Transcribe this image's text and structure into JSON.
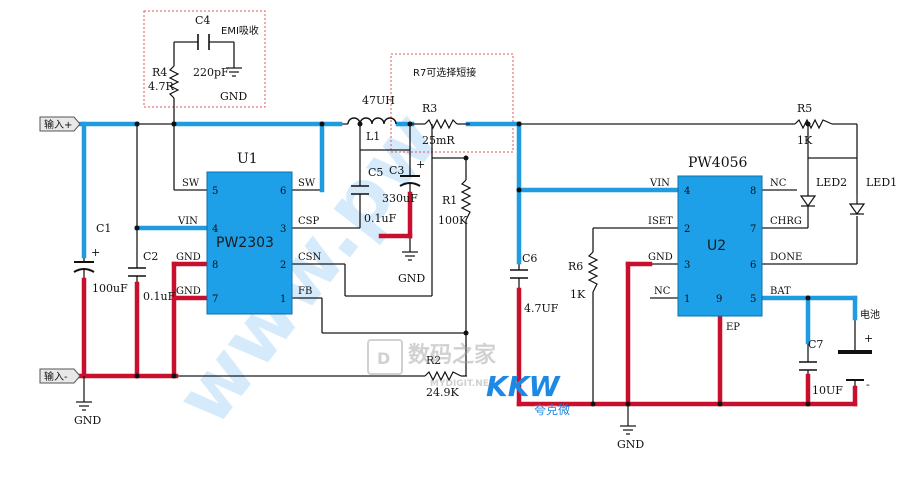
{
  "ports": {
    "input_pos": "输入+",
    "input_neg": "输入-",
    "battery": "电池",
    "plus": "+",
    "minus": "-"
  },
  "notes": {
    "emi": "EMI吸收",
    "r7": "R7可选择短接"
  },
  "u1": {
    "ref": "U1",
    "part": "PW2303",
    "pins_left": [
      {
        "name": "SW",
        "num": "5"
      },
      {
        "name": "VIN",
        "num": "4"
      },
      {
        "name": "GND",
        "num": "8"
      },
      {
        "name": "GND",
        "num": "7"
      }
    ],
    "pins_right": [
      {
        "name": "SW",
        "num": "6"
      },
      {
        "name": "CSP",
        "num": "3"
      },
      {
        "name": "CSN",
        "num": "2"
      },
      {
        "name": "FB",
        "num": "1"
      }
    ]
  },
  "u2": {
    "ref": "U2",
    "part": "PW4056",
    "pins_left": [
      {
        "name": "VIN",
        "num": "4"
      },
      {
        "name": "ISET",
        "num": "2"
      },
      {
        "name": "GND",
        "num": "3"
      },
      {
        "name": "NC",
        "num": "1"
      }
    ],
    "pins_right": [
      {
        "name": "NC",
        "num": "8"
      },
      {
        "name": "CHRG",
        "num": "7"
      },
      {
        "name": "DONE",
        "num": "6"
      },
      {
        "name": "BAT",
        "num": "5"
      }
    ],
    "pin_bottom": {
      "name": "EP",
      "num": "9"
    }
  },
  "components": {
    "c1": {
      "ref": "C1",
      "value": "100uF",
      "polar": "+"
    },
    "c2": {
      "ref": "C2",
      "value": "0.1uF"
    },
    "c3": {
      "ref": "C3",
      "value": "330uF",
      "polar": "+"
    },
    "c4": {
      "ref": "C4",
      "value": "220pF"
    },
    "c5": {
      "ref": "C5",
      "value": "0.1uF"
    },
    "c6": {
      "ref": "C6",
      "value": "4.7UF"
    },
    "c7": {
      "ref": "C7",
      "value": "10UF"
    },
    "r1": {
      "ref": "R1",
      "value": "100K"
    },
    "r2": {
      "ref": "R2",
      "value": "24.9K"
    },
    "r3": {
      "ref": "R3",
      "value": "25mR"
    },
    "r4": {
      "ref": "R4",
      "value": "4.7R"
    },
    "r5": {
      "ref": "R5",
      "value": "1K"
    },
    "r6": {
      "ref": "R6",
      "value": "1K"
    },
    "l1": {
      "ref": "L1",
      "value": "47UH"
    },
    "led1": {
      "ref": "LED1"
    },
    "led2": {
      "ref": "LED2"
    }
  },
  "gnd": "GND",
  "watermarks": {
    "site": "数码之家",
    "site_sub": "MYDIGIT.NET",
    "brand": "KKW",
    "brand_sub": "夸克微",
    "url": "www.pw"
  },
  "colors": {
    "wire": "#1b1b1b",
    "pos_net": "#1f9be0",
    "neg_net": "#c8102e",
    "chip": "#1ea0e8",
    "note_box": "#e05a5a"
  }
}
